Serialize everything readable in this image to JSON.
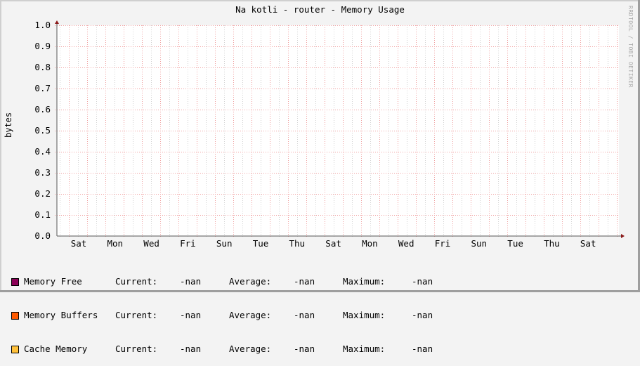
{
  "chart_data": {
    "type": "area",
    "title": "Na kotli - router - Memory Usage",
    "ylabel": "bytes",
    "xlabel": "",
    "ylim": [
      0.0,
      1.0
    ],
    "yticks": [
      "0.0",
      "0.1",
      "0.2",
      "0.3",
      "0.4",
      "0.5",
      "0.6",
      "0.7",
      "0.8",
      "0.9",
      "1.0"
    ],
    "xticks": [
      "Sat",
      "Mon",
      "Wed",
      "Fri",
      "Sun",
      "Tue",
      "Thu",
      "Sat",
      "Mon",
      "Wed",
      "Fri",
      "Sun",
      "Tue",
      "Thu",
      "Sat"
    ],
    "grid": true,
    "series": [
      {
        "name": "Memory Free",
        "color": "#8b0057",
        "values": [],
        "current": "-nan",
        "average": "-nan",
        "maximum": "-nan"
      },
      {
        "name": "Memory Buffers",
        "color": "#ff5a00",
        "values": [],
        "current": "-nan",
        "average": "-nan",
        "maximum": "-nan"
      },
      {
        "name": "Cache Memory",
        "color": "#ffc13b",
        "values": [],
        "current": "-nan",
        "average": "-nan",
        "maximum": "-nan"
      }
    ],
    "legend_position": "bottom"
  },
  "watermark": "RRDTOOL / TOBI OETIKER",
  "legend_labels": {
    "current": "Current:",
    "average": "Average:",
    "maximum": "Maximum:"
  }
}
